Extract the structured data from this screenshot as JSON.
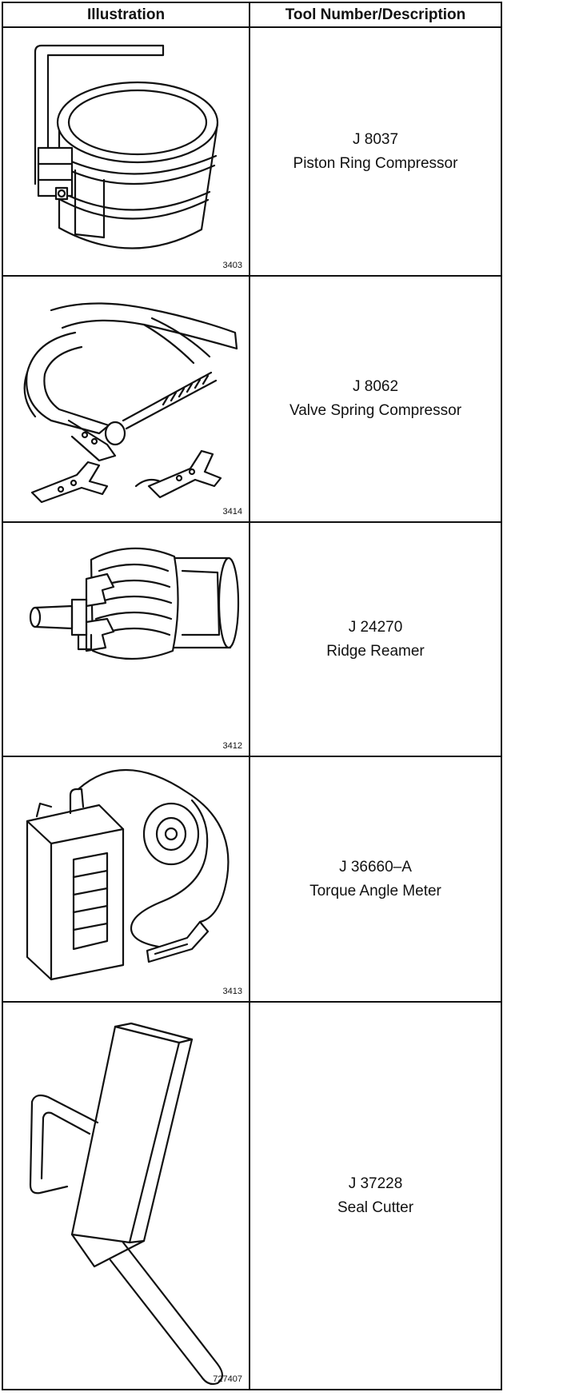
{
  "table": {
    "headers": {
      "illustration": "Illustration",
      "description": "Tool Number/Description"
    },
    "rows": [
      {
        "tool_number": "J 8037",
        "description": "Piston Ring Compressor",
        "figure_number": "3403",
        "icon": "piston-ring-compressor-icon"
      },
      {
        "tool_number": "J 8062",
        "description": "Valve Spring Compressor",
        "figure_number": "3414",
        "icon": "valve-spring-compressor-icon"
      },
      {
        "tool_number": "J 24270",
        "description": "Ridge Reamer",
        "figure_number": "3412",
        "icon": "ridge-reamer-icon"
      },
      {
        "tool_number": "J 36660–A",
        "description": "Torque Angle Meter",
        "figure_number": "3413",
        "icon": "torque-angle-meter-icon"
      },
      {
        "tool_number": "J 37228",
        "description": "Seal Cutter",
        "figure_number": "727407",
        "icon": "seal-cutter-icon"
      }
    ]
  }
}
